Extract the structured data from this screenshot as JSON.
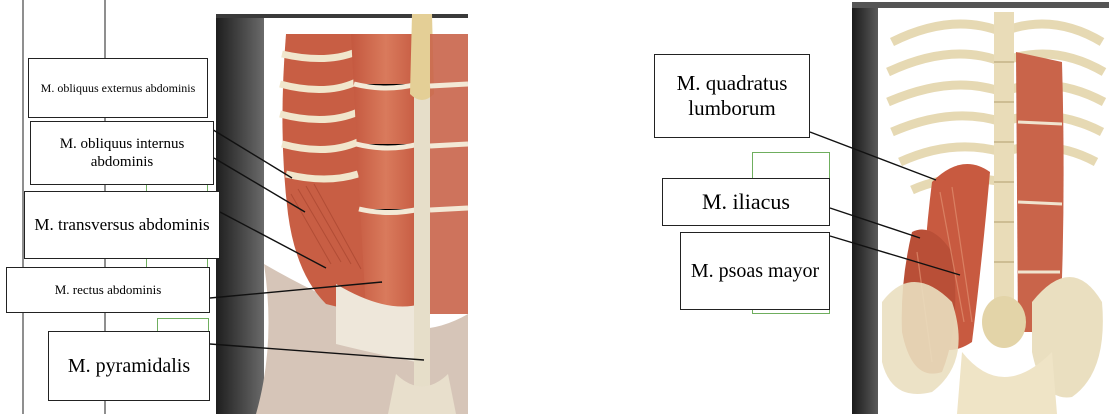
{
  "left_panel": {
    "labels": [
      {
        "text": "M. obliquus externus abdominis"
      },
      {
        "text": "M. obliquus internus abdominis"
      },
      {
        "text": "M. transversus abdominis"
      },
      {
        "text": "M. rectus abdominis"
      },
      {
        "text": "M. pyramidalis"
      }
    ]
  },
  "right_panel": {
    "labels": [
      {
        "text": "M. quadratus lumborum"
      },
      {
        "text": "M. iliacus"
      },
      {
        "text": "M. psoas mayor"
      }
    ]
  },
  "colors": {
    "muscle": "#c9644a",
    "muscle_light": "#e08a6c",
    "tendon": "#e8e0cf",
    "bone": "#e9dcb8",
    "skin": "#d9c9bd",
    "photo_dark": "#2a2a2a",
    "answer_box_border": "#6fae5e"
  }
}
